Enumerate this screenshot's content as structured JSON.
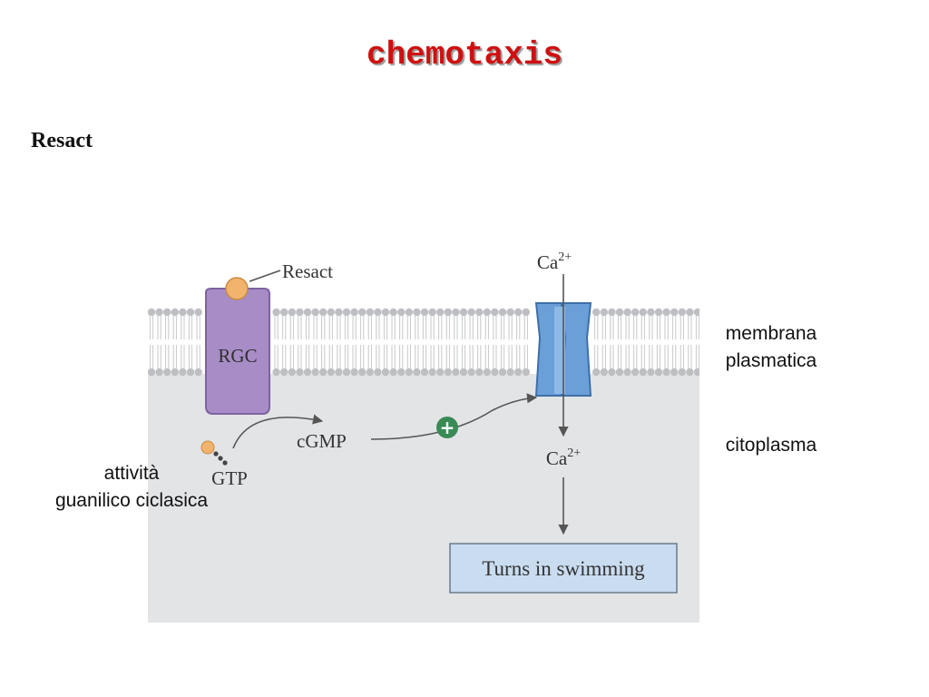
{
  "title": "chemotaxis",
  "subtitle": "Resact",
  "labels": {
    "membrana": [
      "membrana",
      "plasmatica"
    ],
    "citoplasma": "citoplasma",
    "gc_activity": [
      "attività",
      "guanilico ciclasica"
    ]
  },
  "figure": {
    "resact": "Resact",
    "rgc": "RGC",
    "gtp": "GTP",
    "cgmp": "cGMP",
    "ca_base": "Ca",
    "ca_charge": "2+",
    "plus": "+",
    "outcome": "Turns in swimming"
  },
  "colors": {
    "title": "#d01010",
    "cytoplasm": "#e3e4e6",
    "lipid_head": "#bdbfc2",
    "rgc": "#a88cc6",
    "channel": "#6b9fd8",
    "ligand": "#f2b46c",
    "plus_circle": "#3a8a56",
    "outcome_box": "#c9dcf0"
  }
}
